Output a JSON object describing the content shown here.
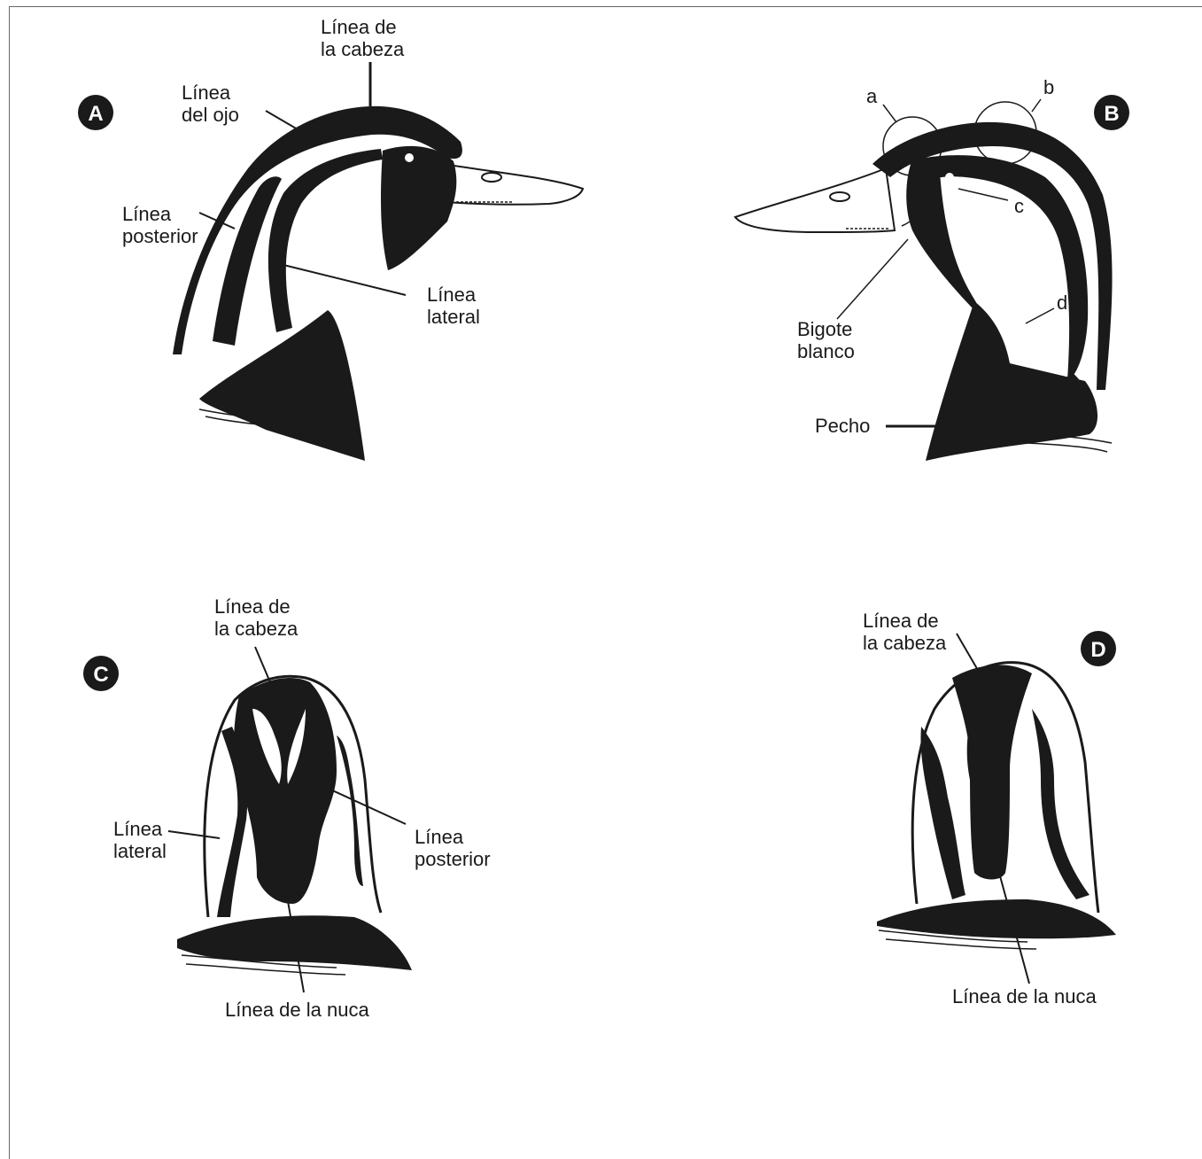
{
  "panels": {
    "a": {
      "badge": "A",
      "labels": {
        "head_line": [
          "Línea de",
          "la cabeza"
        ],
        "eye_line": [
          "Línea",
          "del ojo"
        ],
        "back_line": [
          "Línea",
          "posterior"
        ],
        "lateral_line": [
          "Línea",
          "lateral"
        ]
      }
    },
    "b": {
      "badge": "B",
      "markers": [
        "a",
        "b",
        "c",
        "d"
      ],
      "labels": {
        "mustache": [
          "Bigote",
          "blanco"
        ],
        "chest": "Pecho"
      }
    },
    "c": {
      "badge": "C",
      "labels": {
        "head_line": [
          "Línea de",
          "la cabeza"
        ],
        "lateral_line": [
          "Línea",
          "lateral"
        ],
        "back_line": [
          "Línea",
          "posterior"
        ],
        "nape_line": "Línea de la nuca"
      }
    },
    "d": {
      "badge": "D",
      "labels": {
        "head_line": [
          "Línea de",
          "la cabeza"
        ],
        "nape_line": "Línea de la nuca"
      }
    }
  },
  "colors": {
    "ink": "#1a1a1a",
    "badge_fill": "#1a1a1a",
    "background": "#ffffff"
  }
}
